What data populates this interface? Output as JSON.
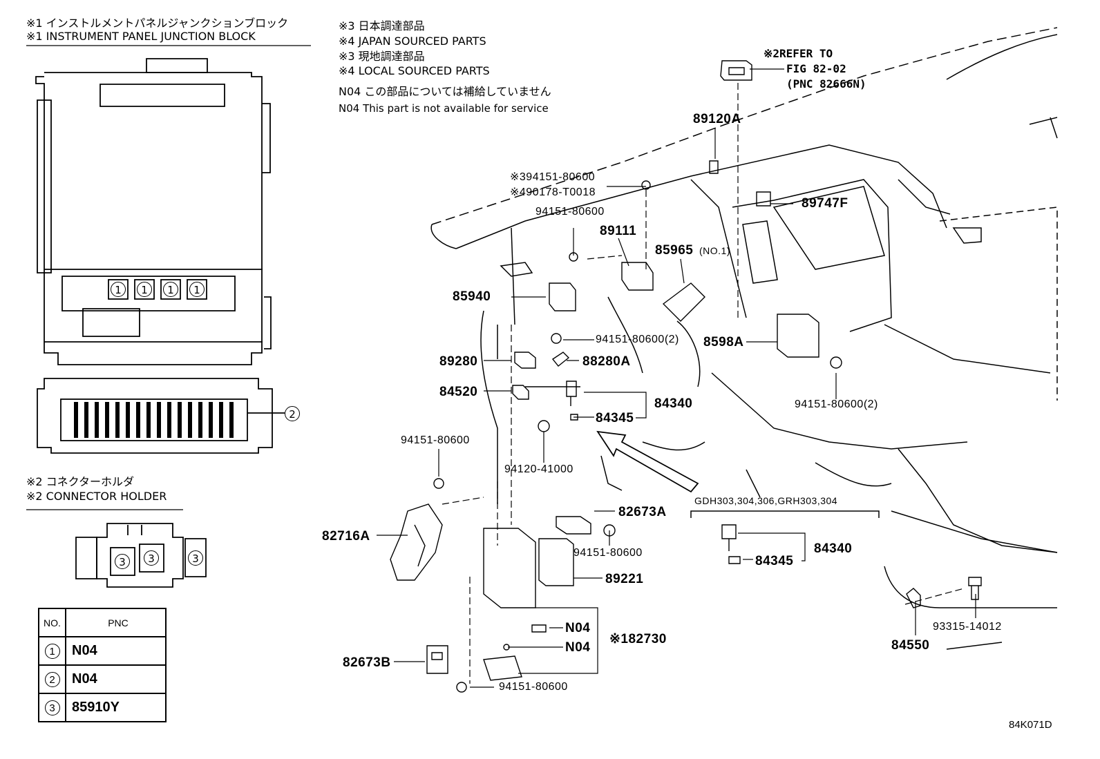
{
  "notes": {
    "n1_jp": "※1 インストルメントパネルジャンクションブロック",
    "n1_en": "※1 INSTRUMENT PANEL JUNCTION BLOCK",
    "n3_jp": "※3 日本調達部品",
    "n4_en_japan": "※4 JAPAN SOURCED PARTS",
    "n3_jp_local": "※3 現地調達部品",
    "n4_en_local": "※4 LOCAL SOURCED PARTS",
    "n04_jp": "N04  この部品については補給していません",
    "n04_en": "N04  This part is not available for service",
    "n2_jp": "※2 コネクターホルダ",
    "n2_en": "※2 CONNECTOR HOLDER",
    "refer1": "※2REFER TO",
    "refer2": "FIG 82-02",
    "refer3": "(PNC 82666N)",
    "variant": "GDH303,304,306,GRH303,304",
    "figure_id": "84K071D"
  },
  "callouts": {
    "one": "1",
    "two": "2",
    "three": "3"
  },
  "parts": {
    "p89120A": "89120A",
    "p94151_80600_jp": "※394151-80600",
    "p90178": "※490178-T0018",
    "p94151_a": "94151-80600",
    "p89111": "89111",
    "p89747F": "89747F",
    "p85965": "85965",
    "p85965_no": "(NO.1)",
    "p85940": "85940",
    "p94151_2a": "94151-80600(2)",
    "p8598A": "8598A",
    "p89280": "89280",
    "p88280A": "88280A",
    "p84520": "84520",
    "p84340": "84340",
    "p84345": "84345",
    "p94151_2b": "94151-80600(2)",
    "p94151_b": "94151-80600",
    "p94120": "94120-41000",
    "p82673A": "82673A",
    "p82716A": "82716A",
    "p94151_c": "94151-80600",
    "p89221": "89221",
    "p84340_b": "84340",
    "p84345_b": "84345",
    "p93315": "93315-14012",
    "p84550": "84550",
    "pN04a": "N04",
    "pN04b": "N04",
    "p82730": "※182730",
    "p82673B": "82673B",
    "p94151_d": "94151-80600"
  },
  "table": {
    "h_no": "NO.",
    "h_pnc": "PNC",
    "rows": [
      {
        "no": "1",
        "pnc": "N04"
      },
      {
        "no": "2",
        "pnc": "N04"
      },
      {
        "no": "3",
        "pnc": "85910Y"
      }
    ]
  }
}
